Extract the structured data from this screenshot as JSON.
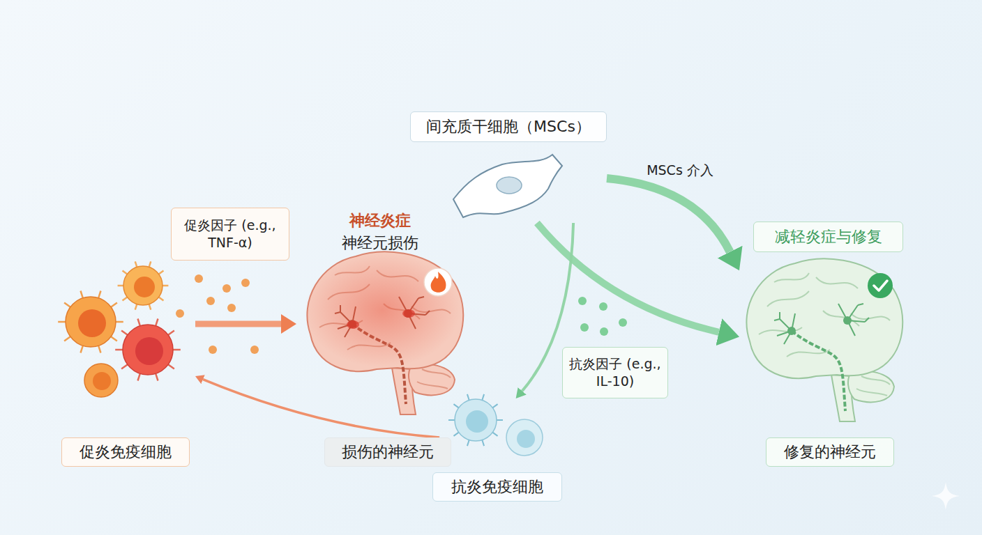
{
  "diagram": {
    "nodes": [
      {
        "text": [
          "间充质干细胞（MSCs）"
        ]
      },
      {
        "text": [
          "促炎免疫细胞"
        ]
      },
      {
        "text": [
          "神经炎症",
          "神经元损伤"
        ]
      },
      {
        "text": [
          "减轻炎症与修复",
          "修复的神经元"
        ]
      },
      {
        "text": [
          "损伤的神经元"
        ]
      },
      {
        "text": [
          "抗炎免疫细胞"
        ]
      }
    ],
    "edges": [
      {
        "from": 1,
        "to": 2,
        "arrow": "to",
        "label": "促炎因子 (e.g., TNF-α)"
      },
      {
        "from": 4,
        "to": 1,
        "arrow": "to"
      },
      {
        "from": 0,
        "to": 3,
        "arrow": "to",
        "label": "MSCs 介入"
      },
      {
        "from": 0,
        "to": 3,
        "arrow": "to"
      },
      {
        "from": 0,
        "to": 5,
        "arrow": "to",
        "label": "抗炎因子 (e.g., IL-10)"
      }
    ]
  }
}
